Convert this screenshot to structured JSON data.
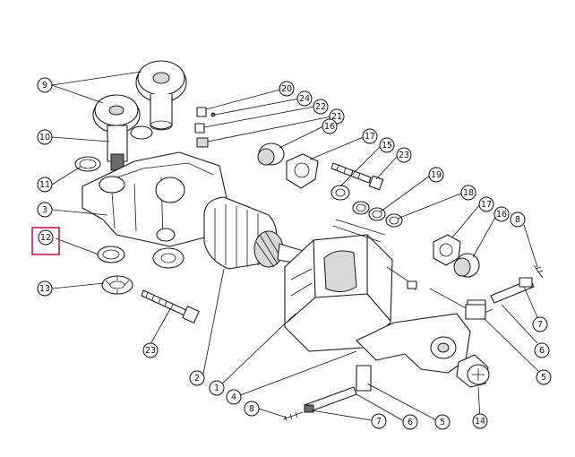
{
  "diagram": {
    "type": "exploded-parts-view",
    "highlight_color": "#d4145a",
    "highlighted_callout": "12",
    "callouts": [
      {
        "label": "9"
      },
      {
        "label": "10"
      },
      {
        "label": "11"
      },
      {
        "label": "3"
      },
      {
        "label": "12"
      },
      {
        "label": "13"
      },
      {
        "label": "23"
      },
      {
        "label": "2"
      },
      {
        "label": "1"
      },
      {
        "label": "4"
      },
      {
        "label": "8"
      },
      {
        "label": "7"
      },
      {
        "label": "6"
      },
      {
        "label": "5"
      },
      {
        "label": "14"
      },
      {
        "label": "20"
      },
      {
        "label": "24"
      },
      {
        "label": "22"
      },
      {
        "label": "21"
      },
      {
        "label": "16"
      },
      {
        "label": "17"
      },
      {
        "label": "15"
      },
      {
        "label": "23"
      },
      {
        "label": "19"
      },
      {
        "label": "18"
      },
      {
        "label": "17"
      },
      {
        "label": "16"
      },
      {
        "label": "8"
      },
      {
        "label": "7"
      },
      {
        "label": "6"
      },
      {
        "label": "5"
      }
    ]
  }
}
